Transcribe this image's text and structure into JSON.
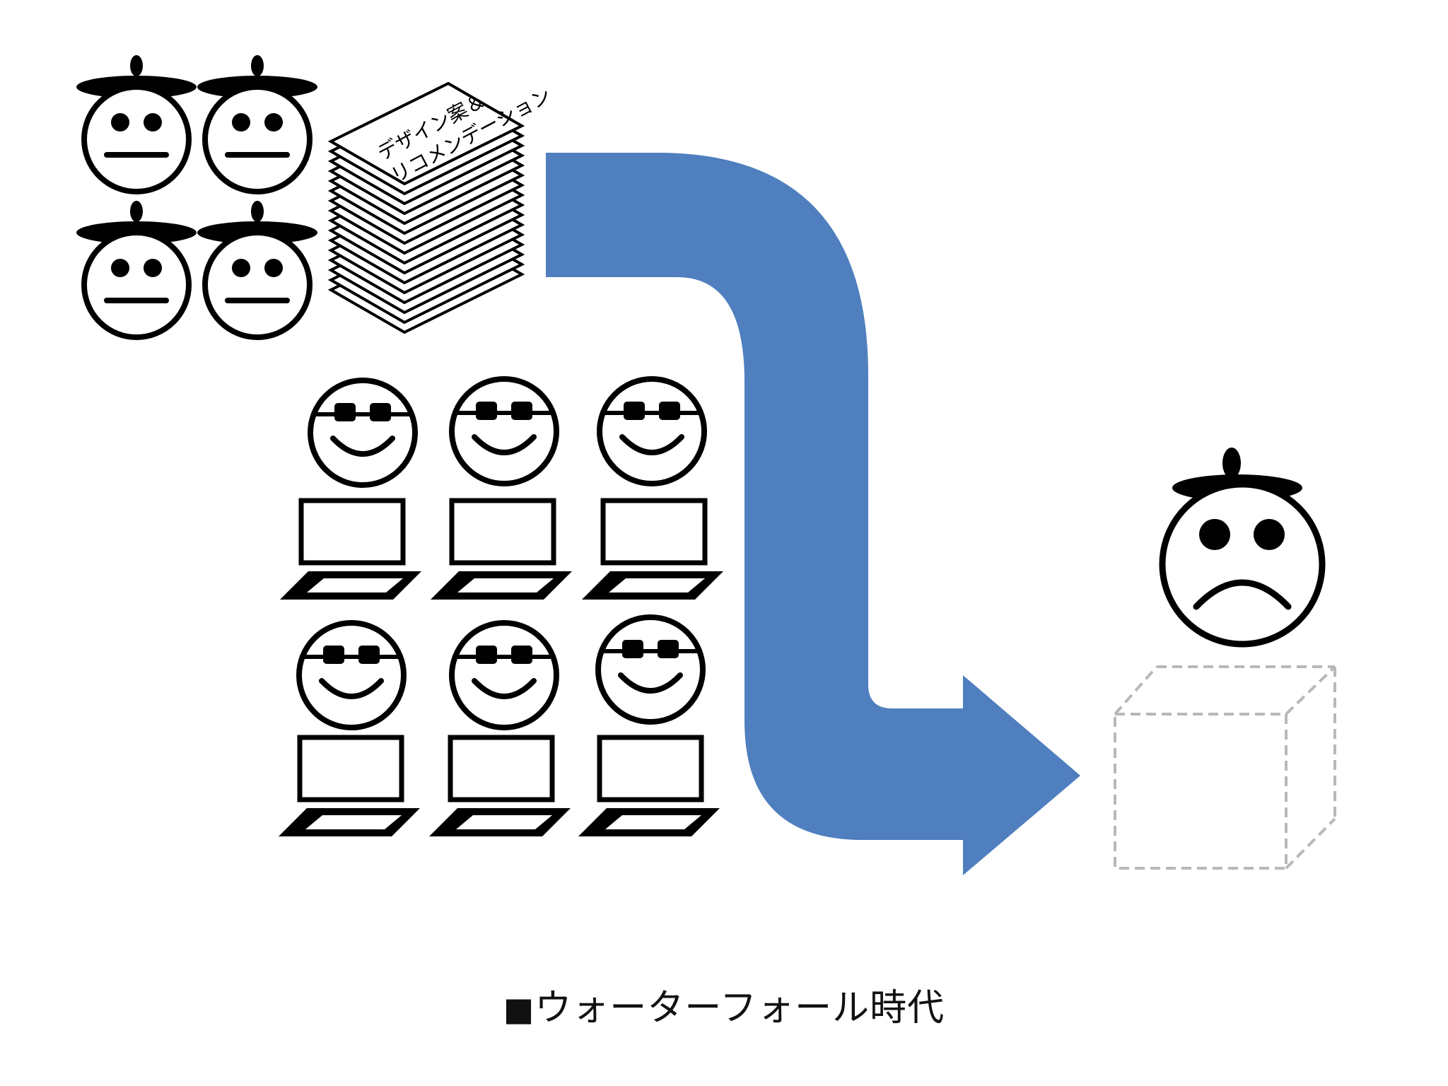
{
  "document": {
    "label_line1": "デザイン案＆",
    "label_line2": "リコメンデーション"
  },
  "caption": {
    "marker": "■",
    "text": "ウォーターフォール時代"
  },
  "colors": {
    "arrow": "#4f7fbe",
    "ink": "#000000",
    "box_dash": "#b8b8b8"
  },
  "figures": {
    "designers_count": 4,
    "developers_count": 6,
    "designer_expression": "neutral",
    "developer_expression": "smiling-with-glasses",
    "end_user_expression": "sad"
  },
  "icons": [
    "beret-neutral-face-icon",
    "glasses-smiling-face-icon",
    "laptop-icon",
    "document-stack-icon",
    "flow-arrow-icon",
    "sad-face-icon",
    "dashed-box-icon"
  ]
}
